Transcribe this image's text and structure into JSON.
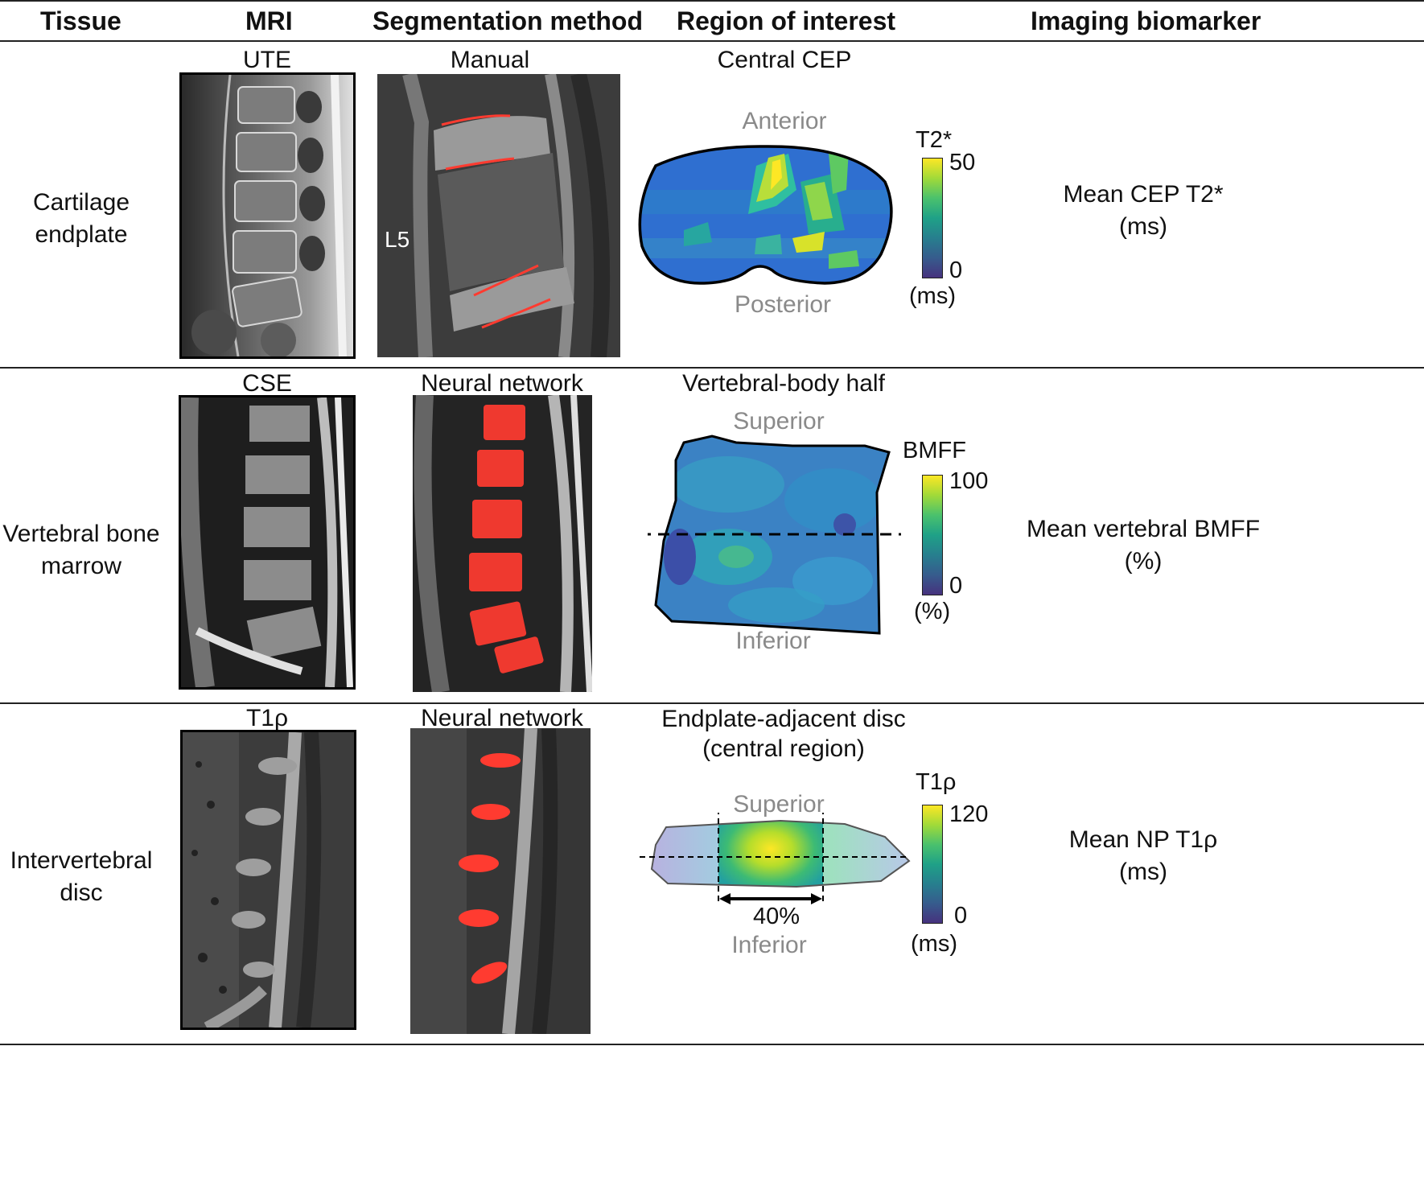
{
  "headers": {
    "tissue": "Tissue",
    "mri": "MRI",
    "segmentation": "Segmentation method",
    "roi": "Region of interest",
    "biomarker": "Imaging biomarker"
  },
  "rows": [
    {
      "tissue_line1": "Cartilage",
      "tissue_line2": "endplate",
      "mri_label": "UTE",
      "seg_label": "Manual",
      "seg_annotation": "L5",
      "roi_title": "Central CEP",
      "roi_top": "Anterior",
      "roi_bottom": "Posterior",
      "cbar_title": "T2*",
      "cbar_max": "50",
      "cbar_min": "0",
      "cbar_unit": "(ms)",
      "biomarker_line1": "Mean CEP T2*",
      "biomarker_line2": "(ms)"
    },
    {
      "tissue_line1": "Vertebral bone",
      "tissue_line2": "marrow",
      "mri_label": "CSE",
      "seg_label": "Neural network",
      "roi_title": "Vertebral-body half",
      "roi_top": "Superior",
      "roi_bottom": "Inferior",
      "cbar_title": "BMFF",
      "cbar_max": "100",
      "cbar_min": "0",
      "cbar_unit": "(%)",
      "biomarker_line1": "Mean vertebral BMFF",
      "biomarker_line2": "(%)"
    },
    {
      "tissue_line1": "Intervertebral",
      "tissue_line2": "disc",
      "mri_label": "T1ρ",
      "seg_label": "Neural network",
      "roi_title_line1": "Endplate-adjacent disc",
      "roi_title_line2": "(central region)",
      "roi_top": "Superior",
      "roi_bottom": "Inferior",
      "roi_measure": "40%",
      "cbar_title": "T1ρ",
      "cbar_max": "120",
      "cbar_min": "0",
      "cbar_unit": "(ms)",
      "biomarker_line1": "Mean NP T1ρ",
      "biomarker_line2": "(ms)"
    }
  ],
  "colors": {
    "segmentation_overlay": "#ff3b30",
    "colormap_low": "#46327e",
    "colormap_mid": "#21a585",
    "colormap_high": "#fde725",
    "orientation_text": "#8a8a8a"
  }
}
